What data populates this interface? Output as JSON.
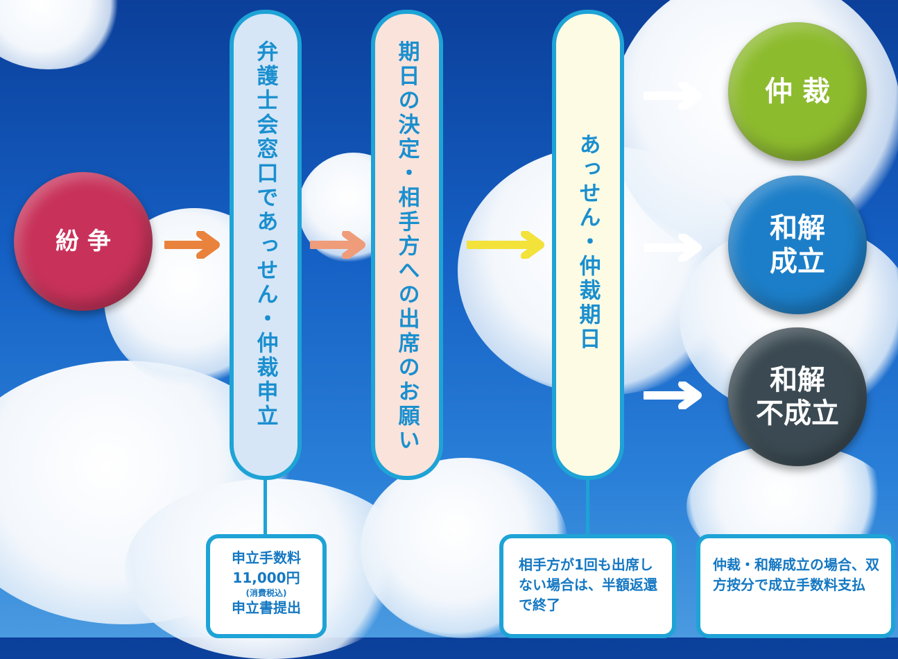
{
  "nodes": {
    "dispute": "紛 争",
    "apply": "弁護士会窓口であっせん・仲裁申立",
    "schedule": "期日の決定・相手方への出席のお願い",
    "hearing": "あっせん・仲裁期日"
  },
  "outcomes": {
    "arbitration": "仲 裁",
    "settled": "和解\n成立",
    "unsettled": "和解\n不成立"
  },
  "notes": {
    "fee_line1": "申立手数料",
    "fee_line2": "11,000円",
    "fee_line3": "(消費税込)",
    "fee_line4": "申立書提出",
    "absence": "相手方が1回も出席しない場合は、半額返還で終了",
    "success_fee": "仲裁・和解成立の場合、双方按分で成立手数料支払"
  },
  "colors": {
    "dispute": "#c8325a",
    "arbitration": "#8dbb2e",
    "settled": "#1c7ec8",
    "unsettled": "#3b4a52",
    "border": "#1ea3d6",
    "arrow_orange": "#e9823c",
    "arrow_salmon": "#ef9c7a",
    "arrow_yellow": "#f2e23a",
    "arrow_white": "#ffffff"
  }
}
